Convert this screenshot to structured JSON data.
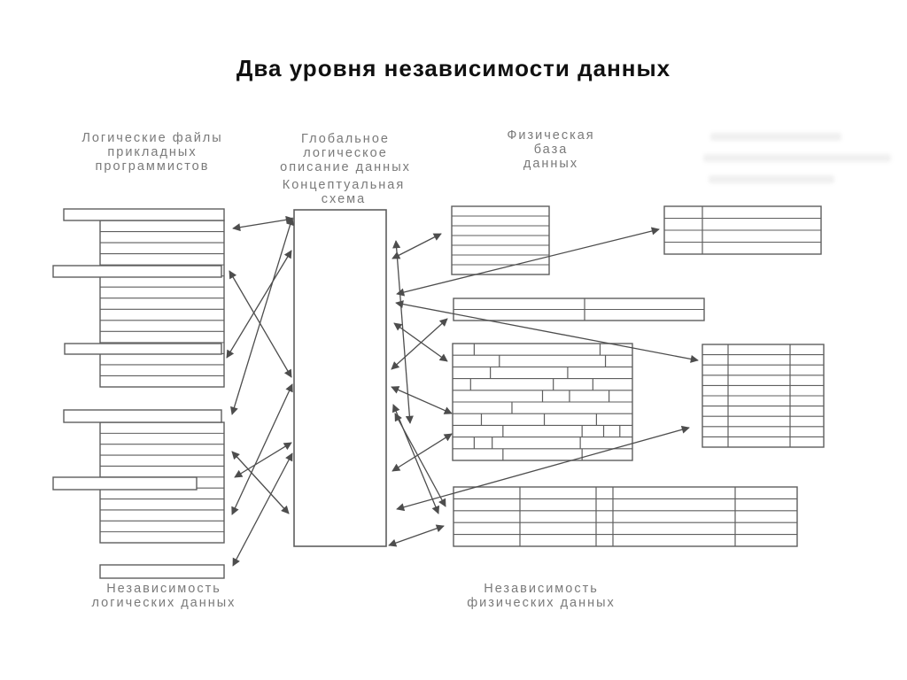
{
  "slide": {
    "title": "Два уровня независимости данных",
    "labels": {
      "logical_files": "Логические файлы\nприкладных\nпрограммистов",
      "global_desc": "Глобальное\nлогическое\nописание данных",
      "conceptual_schema": "Концептуальная\nсхема",
      "physical_db": "Физическая\nбаза\nданных",
      "logical_independence": "Независимость\nлогических данных",
      "physical_independence": "Независимость\nфизических данных"
    },
    "colors": {
      "title_text": "#101010",
      "label_text": "#7a7a7a"
    }
  },
  "diagram": {
    "colors": {
      "shape_stroke": "#5e5e5e",
      "arrow": "#4d4d4d",
      "fill": "#ffffff"
    },
    "left_column": {
      "stack_x": [
        113,
        253
      ],
      "groups": [
        {
          "rows_y": [
            249,
            437
          ],
          "n_rows": 15
        },
        {
          "rows_y": [
            477,
            613
          ],
          "n_rows": 11
        }
      ],
      "tabs": [
        {
          "x": [
            72,
            253
          ],
          "y": [
            236,
            249
          ]
        },
        {
          "x": [
            60,
            250
          ],
          "y": [
            300,
            313
          ]
        },
        {
          "x": [
            73,
            250
          ],
          "y": [
            388,
            400
          ]
        },
        {
          "x": [
            72,
            250
          ],
          "y": [
            463,
            477
          ]
        },
        {
          "x": [
            60,
            222
          ],
          "y": [
            539,
            553
          ]
        }
      ],
      "footer_bar": {
        "x": [
          113,
          253
        ],
        "y": [
          638,
          653
        ]
      }
    },
    "conceptual_rect": {
      "x": [
        332,
        436
      ],
      "y": [
        237,
        617
      ]
    },
    "physical": {
      "tables": [
        {
          "x": [
            510,
            620
          ],
          "y": [
            233,
            310
          ],
          "rows": 7,
          "cols": []
        },
        {
          "x": [
            750,
            927
          ],
          "y": [
            233,
            287
          ],
          "rows": 4,
          "cols": [
            793
          ]
        },
        {
          "x": [
            512,
            795
          ],
          "y": [
            337,
            362
          ],
          "rows": 2,
          "cols": [
            660
          ]
        },
        {
          "x": [
            793,
            930
          ],
          "y": [
            389,
            505
          ],
          "rows": 10,
          "cols": [
            822,
            892
          ]
        },
        {
          "x": [
            512,
            900
          ],
          "y": [
            550,
            617
          ],
          "rows": 5,
          "cols": [
            587,
            673,
            692,
            830
          ]
        }
      ],
      "bricks": {
        "x": [
          511,
          714
        ],
        "y": [
          388,
          520
        ],
        "joint_rows": [
          [
            0.12,
            0.82
          ],
          [
            0.26,
            0.85
          ],
          [
            0.21,
            0.64
          ],
          [
            0.1,
            0.56,
            0.78
          ],
          [
            0.5,
            0.65,
            0.87
          ],
          [
            0.33
          ],
          [
            0.16,
            0.51,
            0.8
          ],
          [
            0.28,
            0.72,
            0.84,
            0.93
          ],
          [
            0.12,
            0.22,
            0.71
          ],
          [
            0.28,
            0.72
          ]
        ]
      }
    },
    "arrows": [
      [
        263,
        258,
        331,
        247
      ],
      [
        259,
        306,
        329,
        426
      ],
      [
        256,
        404,
        329,
        283
      ],
      [
        262,
        468,
        330,
        246
      ],
      [
        262,
        510,
        326,
        580
      ],
      [
        265,
        539,
        329,
        500
      ],
      [
        262,
        581,
        330,
        434
      ],
      [
        263,
        639,
        330,
        512
      ],
      [
        443,
        292,
        498,
        264
      ],
      [
        447,
        272,
        463,
        478
      ],
      [
        448,
        332,
        744,
        259
      ],
      [
        447,
        342,
        788,
        407
      ],
      [
        445,
        365,
        505,
        408
      ],
      [
        442,
        417,
        505,
        360
      ],
      [
        442,
        437,
        510,
        467
      ],
      [
        444,
        457,
        495,
        580
      ],
      [
        446,
        467,
        503,
        572
      ],
      [
        443,
        532,
        510,
        490
      ],
      [
        448,
        575,
        778,
        483
      ],
      [
        439,
        616,
        501,
        594
      ]
    ]
  }
}
